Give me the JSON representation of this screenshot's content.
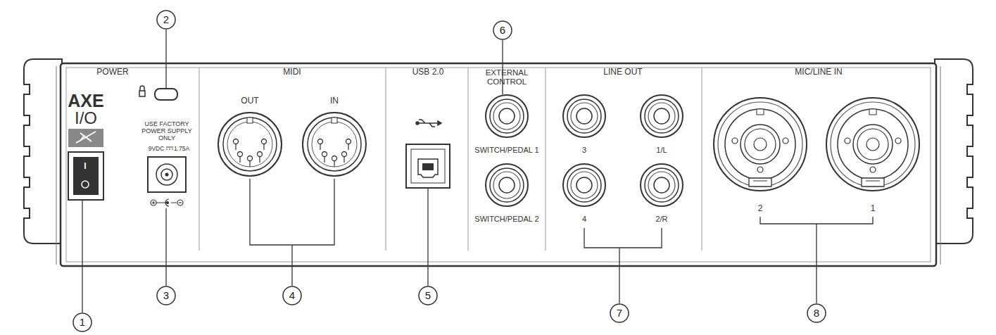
{
  "diagram": {
    "labels": [
      "POWER",
      "AXE",
      "I/O",
      "I",
      "USE FACTORY POWER SUPPLY ONLY",
      "9VDC",
      "1.75A",
      "MIDI",
      "OUT",
      "IN",
      "USB 2.0",
      "EXTERNAL CONTROL",
      "SWITCH/PEDAL 1",
      "SWITCH/PEDAL 2",
      "LINE OUT",
      "3",
      "1/L",
      "4",
      "2/R",
      "MIC/LINE IN",
      "2",
      "1",
      "1",
      "2",
      "3",
      "4",
      "5",
      "6",
      "7",
      "8"
    ]
  }
}
